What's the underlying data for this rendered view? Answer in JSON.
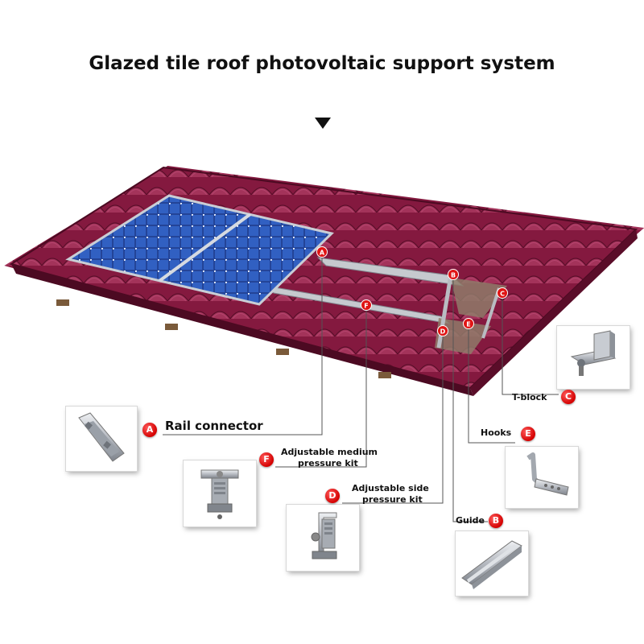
{
  "title": "Glazed tile roof photovoltaic support system",
  "components": [
    {
      "letter": "A",
      "label": "Rail connector",
      "icon": "rail-connector-icon"
    },
    {
      "letter": "B",
      "label": "Guide",
      "icon": "guide-rail-icon"
    },
    {
      "letter": "C",
      "label": "T-block",
      "icon": "t-block-icon"
    },
    {
      "letter": "D",
      "label_line1": "Adjustable side",
      "label_line2": "pressure kit",
      "icon": "side-clamp-icon"
    },
    {
      "letter": "E",
      "label": "Hooks",
      "icon": "roof-hook-icon"
    },
    {
      "letter": "F",
      "label_line1": "Adjustable medium",
      "label_line2": "pressure kit",
      "icon": "mid-clamp-icon"
    }
  ],
  "colors": {
    "roof_tile": "#8e1f45",
    "roof_tile_dark": "#5f0f2c",
    "panel": "#2a4fa8",
    "badge": "#d40000",
    "rail": "#b9bcc2"
  }
}
